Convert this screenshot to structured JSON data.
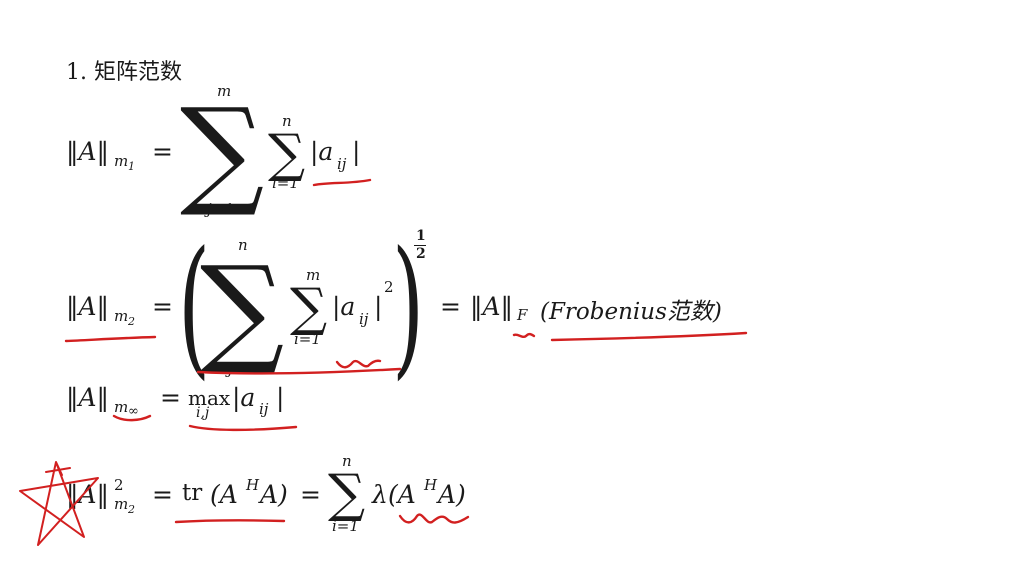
{
  "heading": "1. 矩阵范数",
  "eq1": {
    "norm": "‖A‖",
    "sub_m": "m",
    "sub_idx": "1",
    "eq": "=",
    "outer_top": "m",
    "outer_bottom": "j=1",
    "inner_top": "n",
    "inner_bottom": "i=1",
    "term": "|a",
    "term_sub": "ij",
    "term_close": "|"
  },
  "eq2": {
    "norm": "‖A‖",
    "sub_m": "m",
    "sub_idx": "2",
    "eq": "=",
    "outer_top": "n",
    "outer_bottom": "j=1",
    "inner_top": "m",
    "inner_bottom": "i=1",
    "term": "|a",
    "term_sub": "ij",
    "term_close": "|",
    "term_power": "2",
    "exp_num": "1",
    "exp_den": "2",
    "rhs_eq": "=",
    "rhs_norm": "‖A‖",
    "rhs_sub": "F",
    "rhs_note": "(Frobenius范数)"
  },
  "eq3": {
    "norm": "‖A‖",
    "sub_m": "m",
    "sub_idx": "∞",
    "eq": "=",
    "max": "max",
    "max_sub": "i,j",
    "term": "|a",
    "term_sub": "ij",
    "term_close": "|"
  },
  "eq4": {
    "norm": "‖A‖",
    "sup": "2",
    "sub_m": "m",
    "sub_idx": "2",
    "eq": "=",
    "tr": "tr",
    "tr_arg_open": "(A",
    "tr_arg_sup": "H",
    "tr_arg_close": "A)",
    "eq2": "=",
    "sum_top": "n",
    "sum_bottom": "i=1",
    "lambda": "λ",
    "lambda_arg_open": "(A",
    "lambda_arg_sup": "H",
    "lambda_arg_close": "A)"
  },
  "annotation_color": "#d22020"
}
